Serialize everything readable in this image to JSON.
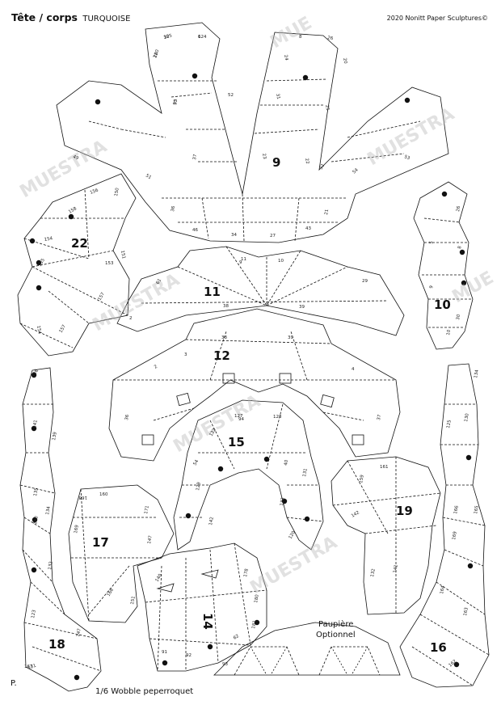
{
  "header": {
    "title": "Tête / corps",
    "subtitle": "TURQUOISE",
    "copyright": "2020 Nonitt Paper Sculptures©"
  },
  "footer": {
    "page_mark": "P.",
    "model_name": "1/6 Wobble peperroquet"
  },
  "eyelid_label": {
    "line1": "Paupière",
    "line2": "Optionnel"
  },
  "watermarks": [
    "MUESTRA",
    "MUE",
    "MUESTRA",
    "MUESTRA",
    "MUESTRA",
    "MUE",
    "MUESTRA"
  ],
  "piece_numbers": [
    "9",
    "22",
    "11",
    "10",
    "12",
    "15",
    "17",
    "19",
    "14",
    "18",
    "16"
  ],
  "tab_numbers": [
    "30",
    "6",
    "28",
    "35",
    "37",
    "36",
    "52",
    "51",
    "49",
    "8",
    "26",
    "24",
    "31",
    "25",
    "20",
    "22",
    "23",
    "53",
    "54",
    "32",
    "21",
    "46",
    "34",
    "27",
    "43",
    "156",
    "150",
    "158",
    "154",
    "153",
    "151",
    "155",
    "157",
    "154",
    "157",
    "61",
    "11",
    "2",
    "9",
    "10",
    "38",
    "39",
    "29",
    "26",
    "8",
    "5",
    "9",
    "30",
    "10",
    "2",
    "36",
    "3",
    "4",
    "37",
    "38",
    "39",
    "136",
    "141",
    "139",
    "135",
    "134",
    "130",
    "132",
    "123",
    "147",
    "131",
    "167",
    "168",
    "160",
    "171",
    "147",
    "169",
    "168",
    "151",
    "127",
    "128",
    "94",
    "122",
    "54",
    "129",
    "142",
    "40",
    "131",
    "133",
    "120",
    "134",
    "130",
    "125",
    "166",
    "165",
    "169",
    "164",
    "163",
    "162",
    "161",
    "159",
    "142",
    "141",
    "132",
    "140",
    "178",
    "180",
    "181",
    "62",
    "93",
    "92",
    "91",
    "125",
    "124",
    "120",
    "93"
  ]
}
